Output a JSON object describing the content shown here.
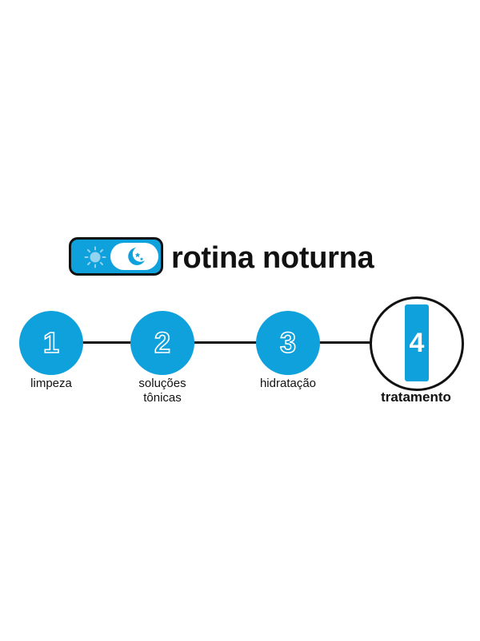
{
  "header": {
    "title": "rotina noturna",
    "toggle": {
      "left_icon": "sun-icon",
      "right_icon": "moon-stars-icon",
      "state": "night"
    }
  },
  "steps": [
    {
      "number": "1",
      "label": "limpeza"
    },
    {
      "number": "2",
      "label_line1": "soluções",
      "label_line2": "tônicas"
    },
    {
      "number": "3",
      "label": "hidratação"
    },
    {
      "number": "4",
      "label": "tratamento",
      "active": true,
      "icon": "bottle-icon"
    }
  ],
  "colors": {
    "accent": "#0fa1dc",
    "ink": "#111111",
    "background": "#ffffff"
  }
}
